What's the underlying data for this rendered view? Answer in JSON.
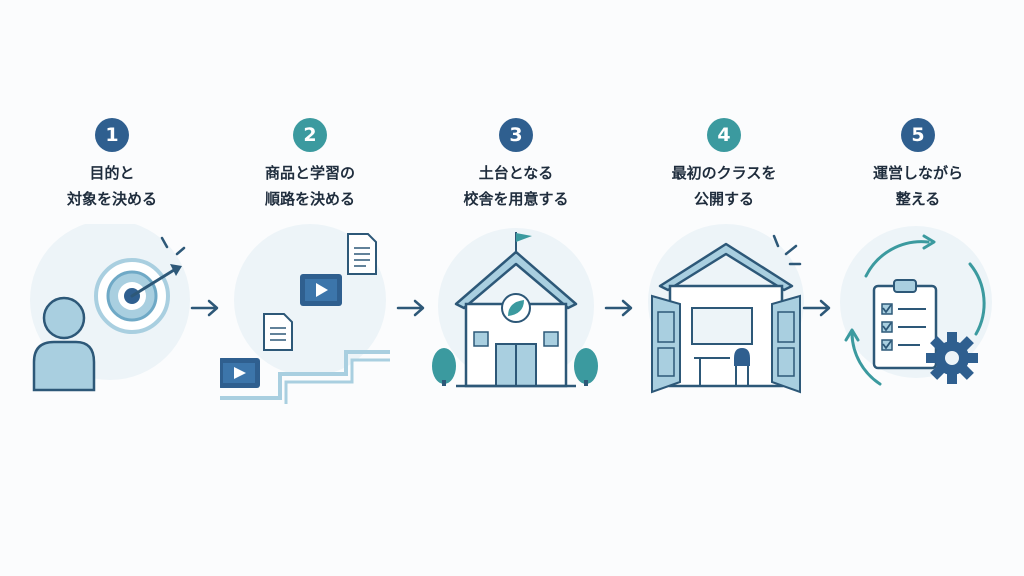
{
  "steps": [
    {
      "number": "1",
      "line1": "目的と",
      "line2": "対象を決める",
      "badge_color": "#2f5f8f"
    },
    {
      "number": "2",
      "line1": "商品と学習の",
      "line2": "順路を決める",
      "badge_color": "#3b9a9f"
    },
    {
      "number": "3",
      "line1": "土台となる",
      "line2": "校舎を用意する",
      "badge_color": "#2f5f8f"
    },
    {
      "number": "4",
      "line1": "最初のクラスを",
      "line2": "公開する",
      "badge_color": "#3b9a9f"
    },
    {
      "number": "5",
      "line1": "運営しながら",
      "line2": "整える",
      "badge_color": "#2f5f8f"
    }
  ],
  "colors": {
    "navy": "#2f5f8f",
    "teal": "#3b9a9f",
    "light_blue": "#a9cfe0",
    "pale_bg": "#edf4f8",
    "stroke": "#2d5878"
  },
  "icons": [
    "person-icon",
    "target-icon",
    "video-icon",
    "document-icon",
    "school-icon",
    "leaf-icon",
    "flag-icon",
    "classroom-icon",
    "clipboard-icon",
    "gear-icon",
    "cycle-icon",
    "arrow-right-icon"
  ]
}
